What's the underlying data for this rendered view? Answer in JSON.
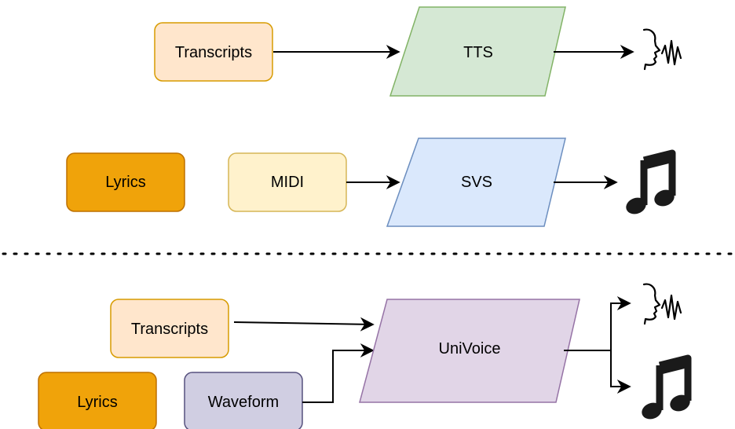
{
  "row_tts": {
    "input": "Transcripts",
    "model": "TTS",
    "output_icon": "speaking-head-icon"
  },
  "row_svs": {
    "inputs": [
      "Lyrics",
      "MIDI"
    ],
    "model": "SVS",
    "output_icon": "music-note-icon"
  },
  "separator": "dotted-line",
  "row_univoice": {
    "inputs": [
      "Transcripts",
      "Lyrics",
      "Waveform"
    ],
    "model": "UniVoice",
    "output_icons": [
      "speaking-head-icon",
      "music-note-icon"
    ]
  },
  "colors": {
    "transcripts_fill": "#ffe6cc",
    "transcripts_stroke": "#d79b00",
    "lyrics_fill": "#f0a30a",
    "lyrics_stroke": "#bd7000",
    "midi_fill": "#fff2cc",
    "midi_stroke": "#d6b656",
    "waveform_fill": "#d0cee2",
    "waveform_stroke": "#56517e",
    "tts_fill": "#d5e8d4",
    "tts_stroke": "#82b366",
    "svs_fill": "#dae8fc",
    "svs_stroke": "#6c8ebf",
    "univoice_fill": "#e1d5e7",
    "univoice_stroke": "#9673a6"
  }
}
